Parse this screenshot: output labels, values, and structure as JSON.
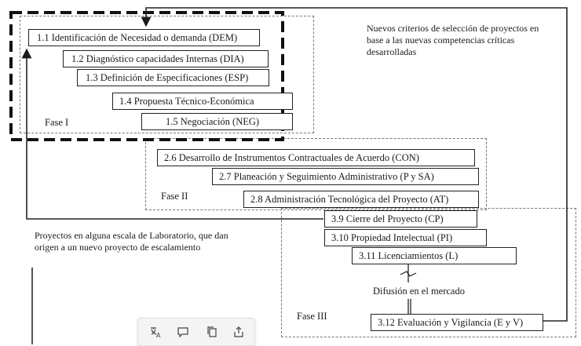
{
  "nodes": {
    "n11": "1.1  Identificación de Necesidad o demanda (DEM)",
    "n12": "1.2 Diagnóstico capacidades Internas (DIA)",
    "n13": "1.3 Definición de Especificaciones (ESP)",
    "n14": "1.4 Propuesta Técnico-Económica",
    "n15": "1.5 Negociación (NEG)",
    "n26": "2.6  Desarrollo de Instrumentos Contractuales de Acuerdo (CON)",
    "n27": "2.7  Planeación y Seguimiento  Administrativo (P y SA)",
    "n28": "2.8  Administración Tecnológica del Proyecto (AT)",
    "n39": "3.9 Cierre del Proyecto (CP)",
    "n310": "3.10  Propiedad Intelectual (PI)",
    "n311": "3.11 Licenciamientos (L)",
    "n312": "3.12  Evaluación y Vigilancia (E y V)"
  },
  "phases": {
    "f1": "Fase I",
    "f2": "Fase II",
    "f3": "Fase III"
  },
  "notes": {
    "top_right": "Nuevos criterios de selección de proyectos en base a las nuevas competencias críticas desarrolladas",
    "left": "Proyectos en alguna escala de Laboratorio, que dan origen a un nuevo proyecto de escalamiento",
    "market": "Difusión en el mercado"
  },
  "toolbar": {
    "icons": [
      "translate-icon",
      "comment-icon",
      "copy-icon",
      "share-icon"
    ]
  }
}
